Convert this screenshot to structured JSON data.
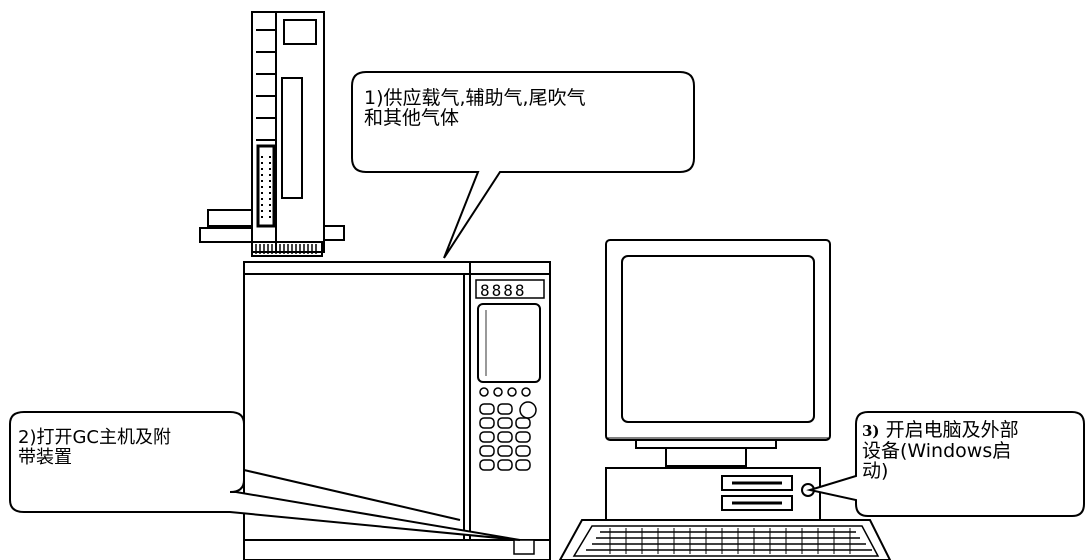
{
  "callouts": {
    "step1": {
      "text": "1)供应载气,辅助气,尾吹气\n和其他气体"
    },
    "step2": {
      "text": "2)打开GC主机及附\n带装置"
    },
    "step3": {
      "number": "3)",
      "text": " 开启电脑及外部\n设备(Windows启\n动)"
    }
  },
  "gc_panel_display": "8888"
}
